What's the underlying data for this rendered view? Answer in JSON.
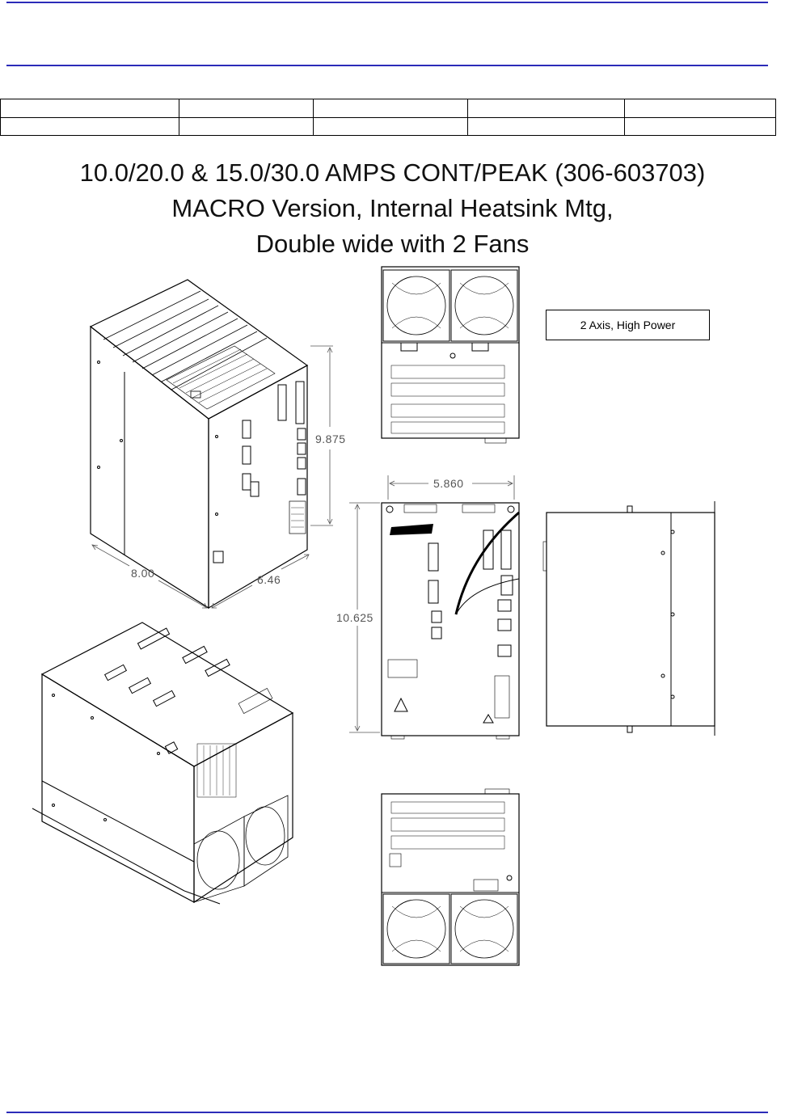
{
  "title": {
    "line1": "10.0/20.0 & 15.0/30.0 AMPS CONT/PEAK (306-603703)",
    "line2": "MACRO Version, Internal Heatsink Mtg,",
    "line3": "Double wide with 2 Fans"
  },
  "callout": "2 Axis, High Power",
  "dimensions": {
    "height_iso": "9.875",
    "depth_iso": "8.00",
    "width_iso": "6.46",
    "front_width": "5.860",
    "front_height": "10.625"
  },
  "colors": {
    "rule": "#2b2bb8",
    "line": "#000000",
    "dimension": "#555555"
  }
}
